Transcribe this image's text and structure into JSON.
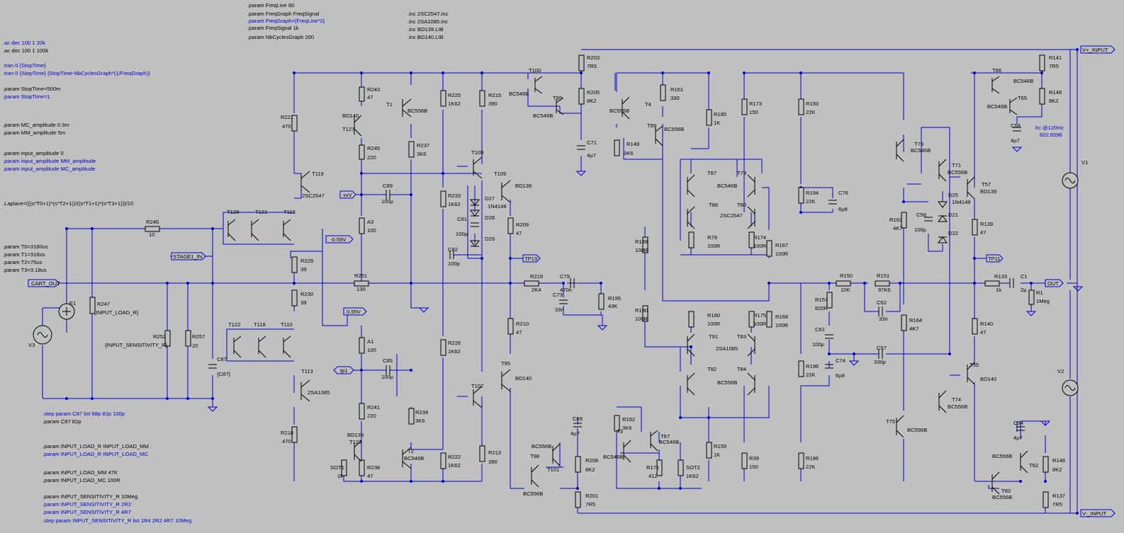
{
  "directives": {
    "top_mid": [
      ".param FreqLine 60",
      ".param FreqGraph FreqSignal",
      ".param FreqGraph={FreqLine*2}",
      ".param FreqSignal 1k",
      ".param NbCyclesGraph 200"
    ],
    "top_inc": [
      ".inc 2SC2547.inc",
      ".inc 2SA1085.inc",
      ".inc BD139.LIB",
      ".inc BD140.LIB"
    ],
    "left_top": [
      ".ac dec 100 1 20k",
      ".ac dec 100 1 100k",
      ".tran 0 {StopTime}",
      ".tran 0 {StopTime} {StopTime-NbCyclesGraph*(1/FreqGraph)}",
      ".param StopTime=500m",
      ".param StopTime=1",
      ".param MC_amplitude 0.3m",
      ".param MM_amplitude 5m",
      ".param input_amplitude 0",
      ".param input_amplitude MM_amplitude",
      ".param input_amplitude MC_amplitude"
    ],
    "laplace": ".Laplace=(((s*T0+1)*(s*T2+1))/((s*T1+1)*(s*T3+1)))/10",
    "riaa": [
      ".param T0=3180us",
      ".param T1=318us",
      ".param T2=75us",
      ".param T3=3.18us"
    ],
    "bottom_left": [
      ".step param C87 list 68p 82p 100p",
      ".param C87 82p",
      ".param INPUT_LOAD_R INPUT_LOAD_MM",
      ".param INPUT_LOAD_R INPUT_LOAD_MC",
      ".param INPUT_LOAD_MM 47K",
      ".param INPUT_LOAD_MC 100R",
      ".param INPUT_SENSITIVITY_R 10Meg",
      ".param INPUT_SENSITIVITY_R 2R2",
      ".param INPUT_SENSITIVITY_R 4R7",
      ".step param INPUT_SENSITIVITY_R list 1R4 2R2 4R7 10Meg"
    ],
    "xc": [
      "Xc @120Hz",
      "602.8596"
    ]
  },
  "nets": {
    "cart_out": "CART_OUT",
    "stage1_in": "STAGE1_IN",
    "xxv": "xxV",
    "tp1": "tp1",
    "neg055": "-0.55V",
    "pos055": "0.55V",
    "tp13": "TP13",
    "tp11": "TP11",
    "out": "OUT",
    "vplus": "V+_INPUT",
    "vminus": "V-_INPUT"
  },
  "labels": {
    "R243": "R243",
    "R243v": "47",
    "T1": "T1",
    "T1m": "BC556B",
    "BD140a": "BD140",
    "T127": "T127",
    "R245": "R245",
    "R245v": "220",
    "R237": "R237",
    "R237v": "3K6",
    "R221": "R221",
    "R221v": "470",
    "T119": "T119",
    "T119m": "2SC2547",
    "T129": "T129",
    "T121": "T121",
    "T113a": "T113",
    "R246": "R246",
    "R246v": "10",
    "A3": "A3",
    "A3v": "100",
    "C89": "C89",
    "C89v": "100µ",
    "R229": "R229",
    "R229v": "39",
    "R230": "R230",
    "R230v": "39",
    "R251": "R251",
    "R251v": "130",
    "R247": "R247",
    "R247v": "{INPUT_LOAD_R}",
    "E1": "E1",
    "V3": "V3",
    "R252": "R252",
    "R252v": "{INPUT_SENSITIVITY_R}",
    "R257": "R257",
    "R257v": "20",
    "C87": "C87",
    "C87v": "{C87}",
    "T122": "T122",
    "T118": "T118",
    "T110": "T110",
    "A1": "A1",
    "A1v": "100",
    "C85": "C85",
    "C85v": "100µ",
    "T113": "T113",
    "T113m": "2SA1085",
    "R241": "R241",
    "R241v": "220",
    "R234": "R234",
    "R234v": "3K6",
    "R218": "R218",
    "R218v": "470",
    "BD139a": "BD139",
    "T123": "T123",
    "T2": "T2",
    "T2m": "BC546B",
    "SOT1": "SOT1",
    "SOT1v": "1k",
    "R238": "R238",
    "R238v": "47",
    "R225": "R225",
    "R225v": "1K62",
    "R233": "R233",
    "R233v": "1K62",
    "R226": "R226",
    "R226v": "1K62",
    "R222": "R222",
    "R222v": "1K62",
    "R215": "R215",
    "R215v": "390",
    "R213": "R213",
    "R213v": "390",
    "T109": "T109",
    "T107": "T107",
    "T105": "T105",
    "T105m": "BD139",
    "T95": "T95",
    "T95m": "BD140",
    "D27": "D27",
    "D27m": "1N4148",
    "D28": "D28",
    "D29": "D29",
    "C81": "C81",
    "C81v": "100µ",
    "C82": "C82",
    "C82v": "100p",
    "R209": "R209",
    "R209v": "47",
    "R210": "R210",
    "R210v": "47",
    "T100": "T100",
    "T100m": "BC546B",
    "T99": "T99",
    "T99m": "BC546B",
    "R203": "R203",
    "R203v": "7R5",
    "R205": "R205",
    "R205v": "8K2",
    "C71": "C71",
    "C71v": "4µ7",
    "R219": "R219",
    "R219v": "2K4",
    "C79": "C79",
    "C79v": "470n",
    "C73": "C73",
    "C73v": "33n",
    "R195": "R195",
    "R195v": "43K",
    "T98": "T98",
    "T98m": "BC556B",
    "T101": "T101",
    "T101m": "BC556B",
    "C69": "C69",
    "C69v": "4µ7",
    "R208": "R208",
    "R208v": "8K2",
    "R201": "R201",
    "R201v": "7R5",
    "T4": "T4",
    "T4m": "BC556B",
    "R161": "R161",
    "R161v": "330",
    "T69": "T69",
    "T69m": "BC556B",
    "R149": "R149",
    "R149v": "3K6",
    "T3": "T3",
    "T3m": "BC546B",
    "R152": "R152",
    "R152v": "3K6",
    "T67": "T67",
    "T67m": "BC546B",
    "R171": "R171",
    "R171v": "412",
    "SOT2": "SOT2",
    "SOT2v": "1K62",
    "R185": "R185",
    "R185v": "1K",
    "R173": "R173",
    "R173v": "150",
    "R193": "R193",
    "R193v": "22K",
    "T87": "T87",
    "T79": "T79",
    "Tm1": "BC546B",
    "T88": "T88",
    "T80": "T80",
    "Tm2": "2SC2547",
    "R79": "R79",
    "R79v": "100R",
    "R174": "R174",
    "R174v": "100R",
    "R167": "R167",
    "R167v": "100R",
    "R189": "R189",
    "R189v": "100R",
    "R190": "R190",
    "R190v": "100R",
    "R180": "R180",
    "R180v": "100R",
    "R175": "R175",
    "R175v": "100R",
    "R168": "R168",
    "R168v": "100R",
    "T91": "T91",
    "T83": "T83",
    "Tm3": "2SA1085",
    "T92": "T92",
    "T84": "T84",
    "Tm4": "BC556B",
    "R159": "R159",
    "R159v": "1K",
    "R39": "R39",
    "R39v": "150",
    "R186": "R186",
    "R186v": "22K",
    "R194": "R194",
    "R194v": "22K",
    "C76": "C76",
    "C76v": "6µ8",
    "R150": "R150",
    "R150v": "10K",
    "R151": "R151",
    "R151v": "97K6",
    "C62": "C62",
    "C62v": "33n",
    "R157": "R157",
    "R157v": "820R",
    "C61": "C61",
    "C61v": "100µ",
    "R196": "R196",
    "R196v": "22K",
    "C74": "C74",
    "C74v": "6µ8",
    "C57": "C57",
    "C57v": "330p",
    "T73": "T73",
    "T73m": "BC546B",
    "T71": "T71",
    "T71m": "BC556B",
    "R163": "R163",
    "R163v": "4K7",
    "C58": "C58",
    "C58v": "100µ",
    "D25": "D25",
    "D25m": "1N4148",
    "D21": "D21",
    "D22": "D22",
    "R164": "R164",
    "R164v": "4K7",
    "T75": "T75",
    "T75m": "BC556B",
    "T74": "T74",
    "T74m": "BC556B",
    "T57": "T57",
    "T57m": "BD139",
    "R139": "R139",
    "R139v": "47",
    "R140": "R140",
    "R140v": "47",
    "T55": "T55",
    "T55m": "BD140",
    "R133": "R133",
    "R133v": "1k",
    "C1": "C1",
    "C1v": "2µ",
    "R1": "R1",
    "R1v": "1Meg",
    "T66": "T66",
    "T66m": "BC546B",
    "T65": "T65",
    "T65m": "BC546B",
    "R141": "R141",
    "R141v": "7R5",
    "R148": "R148",
    "R148v": "8K2",
    "C58b": "C58",
    "C58bv": "4µ7",
    "C54": "C54",
    "C54v": "4µ7",
    "T62": "T62",
    "T62m": "BC556B",
    "T60": "T60",
    "T60m": "BC556B",
    "R146": "R146",
    "R146v": "8K2",
    "R137": "R137",
    "R137v": "7R5",
    "V1": "V1",
    "V2": "V2"
  },
  "colors": {
    "wire": "#0000cc",
    "background": "#c0c0c0",
    "component": "#000000",
    "directive": "#0000cc"
  }
}
